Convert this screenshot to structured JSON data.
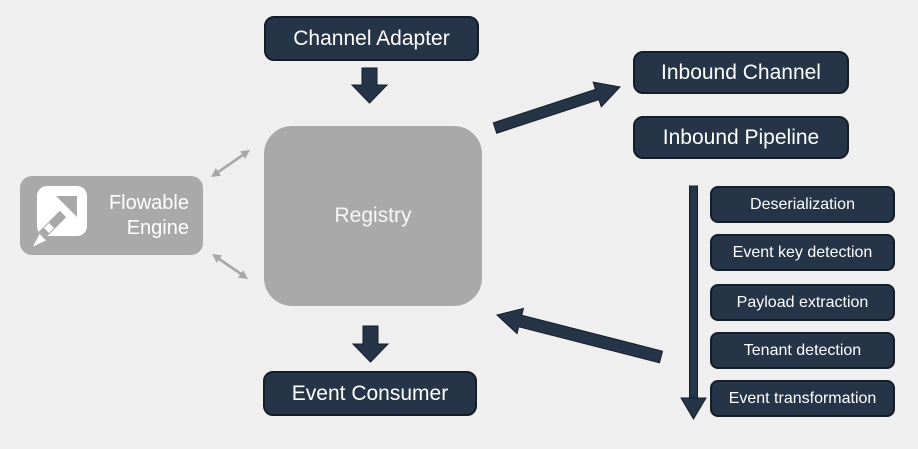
{
  "colors": {
    "background": "#f0eff0",
    "navy": "#253447",
    "navy_border": "#141e29",
    "gray_box": "#a9a9a9",
    "gray_arrow": "#a8a8a8",
    "text_light": "#ffffff"
  },
  "nodes": {
    "channel_adapter": {
      "label": "Channel Adapter"
    },
    "registry": {
      "label": "Registry"
    },
    "flowable_engine": {
      "lines": [
        "Flowable",
        "Engine"
      ],
      "icon": "flowable-logo-icon"
    },
    "inbound_channel": {
      "label": "Inbound Channel"
    },
    "inbound_pipeline": {
      "label": "Inbound Pipeline"
    },
    "event_consumer": {
      "label": "Event Consumer"
    }
  },
  "pipeline_steps": [
    "Deserialization",
    "Event key detection",
    "Payload extraction",
    "Tenant detection",
    "Event transformation"
  ],
  "connections": [
    {
      "from": "Channel Adapter",
      "to": "Registry",
      "type": "block-arrow-down"
    },
    {
      "from": "Flowable Engine",
      "to": "Registry",
      "type": "bidirectional-upper"
    },
    {
      "from": "Flowable Engine",
      "to": "Registry",
      "type": "bidirectional-lower"
    },
    {
      "from": "Registry",
      "to": "Inbound Channel",
      "type": "thick-arrow"
    },
    {
      "from": "Inbound Pipeline",
      "to": "pipeline steps end",
      "type": "vertical-flow-down"
    },
    {
      "from": "pipeline steps end",
      "to": "Registry",
      "type": "thick-arrow"
    },
    {
      "from": "Registry",
      "to": "Event Consumer",
      "type": "block-arrow-down"
    }
  ]
}
